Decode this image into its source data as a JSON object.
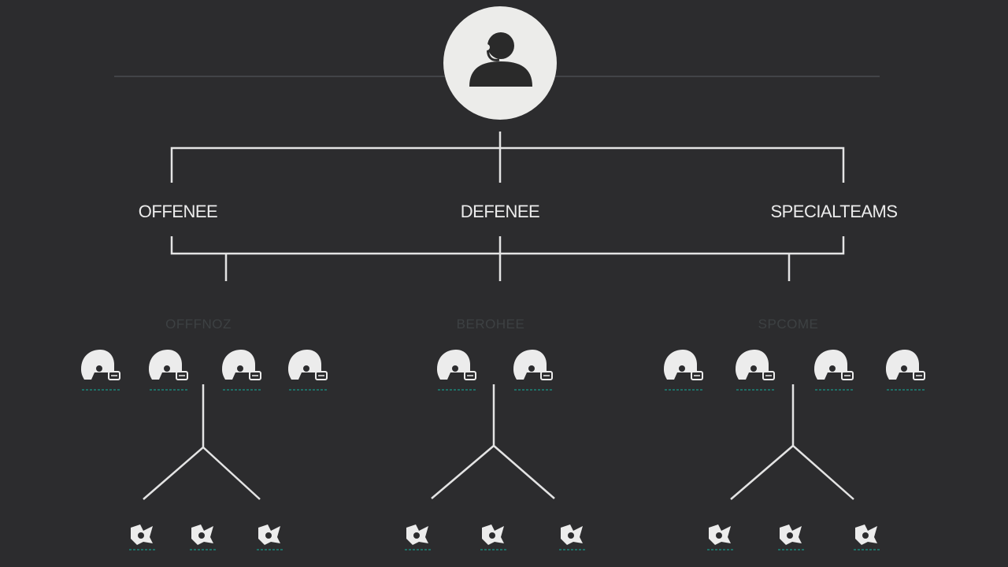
{
  "root": {
    "icon": "coach-headset-icon"
  },
  "units": [
    {
      "label": "OFFENEE",
      "group_label": "OFFFNOZ",
      "helmet_icon": "football-helmet-icon",
      "player_count": 4,
      "play_icons": [
        "play-diagram-icon",
        "play-diagram-icon",
        "play-diagram-icon"
      ]
    },
    {
      "label": "DEFENEE",
      "group_label": "BEROHEE",
      "helmet_icon": "football-helmet-icon",
      "player_count": 2,
      "play_icons": [
        "play-diagram-icon",
        "play-diagram-icon",
        "play-diagram-icon"
      ]
    },
    {
      "label": "SPECIALTEAMS",
      "group_label": "SPCOME",
      "helmet_icon": "football-helmet-icon",
      "player_count": 4,
      "play_icons": [
        "play-diagram-icon",
        "play-diagram-icon",
        "play-diagram-icon"
      ]
    }
  ],
  "colors": {
    "background": "#2c2c2e",
    "line": "#e4e4e4",
    "icon": "#ececec",
    "root_fill": "#ececea",
    "accent": "#1f6f66",
    "faint_text": "#3d4143"
  }
}
